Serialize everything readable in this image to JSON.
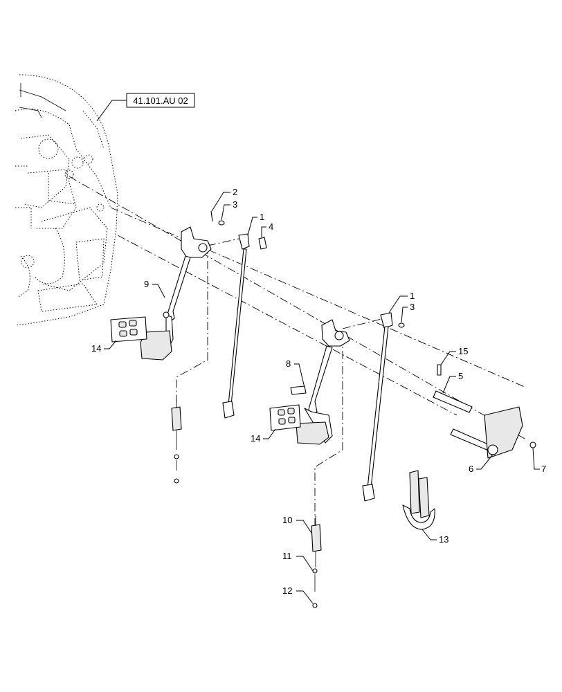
{
  "reference_label": "41.101.AU 02",
  "callouts": {
    "c1a": "1",
    "c1b": "1",
    "c2": "2",
    "c3a": "3",
    "c3b": "3",
    "c4": "4",
    "c5": "5",
    "c6": "6",
    "c7": "7",
    "c8": "8",
    "c9": "9",
    "c10": "10",
    "c11": "11",
    "c12": "12",
    "c13": "13",
    "c14a": "14",
    "c14b": "14",
    "c15": "15"
  }
}
